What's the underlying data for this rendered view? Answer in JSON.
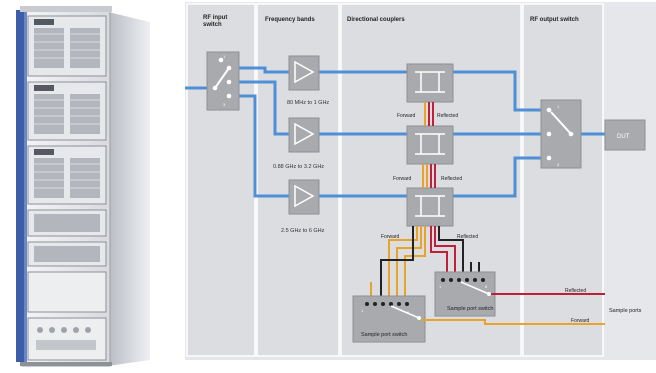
{
  "colors": {
    "blue_line": "#4f8fd8",
    "red_line": "#c01f3a",
    "yellow_line": "#e8a42a",
    "black_line": "#222222",
    "panel_bg": "#e2e3e6",
    "section_bg": "#d9dadd",
    "block_fill": "#a6a8ac"
  },
  "sections": {
    "rf_input_switch": "RF input\nswitch",
    "frequency_bands": "Frequency bands",
    "directional_couplers": "Directional couplers",
    "rf_output_switch": "RF output switch"
  },
  "bands": [
    "80 MHz to 1 GHz",
    "0.88 GHz to 3.2 GHz",
    "2.5 GHz to 6 GHz"
  ],
  "coupler_labels": {
    "forward": "Forward",
    "reflected": "Reflected"
  },
  "dut": "DUT",
  "sample_port_switch_1": "Sample port switch",
  "sample_port_switch_2": "Sample port switch",
  "outputs": {
    "reflected": "Reflected",
    "forward": "Forward",
    "sample_ports": "Sample ports"
  },
  "switch_pins": {
    "in_top": "1",
    "in_bottom": "3",
    "out_top": "1",
    "out_bottom": "3",
    "sample1_a": "1",
    "sample1_b": "6",
    "sample2_a": "1",
    "sample2_b": "6"
  }
}
